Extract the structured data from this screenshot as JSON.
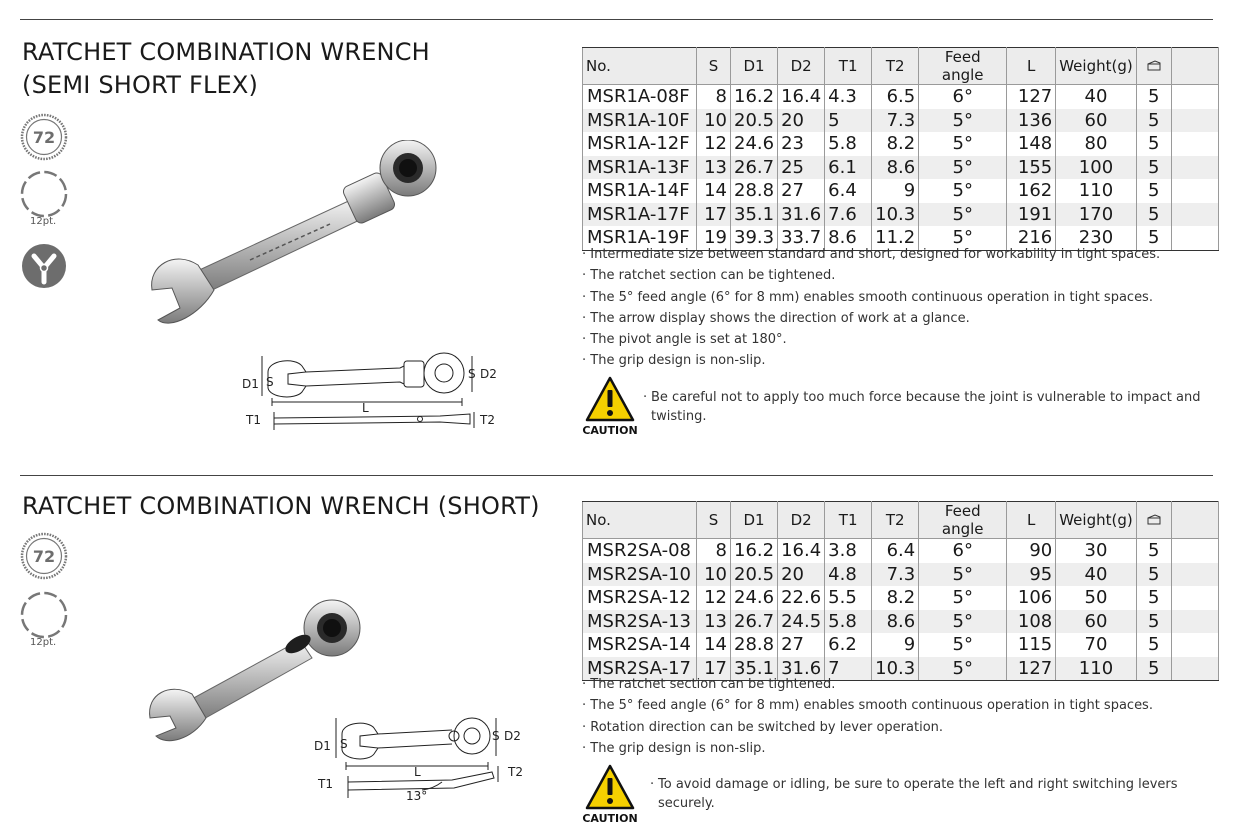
{
  "sections": [
    {
      "title_line1": "RATCHET COMBINATION WRENCH",
      "title_line2": "(SEMI SHORT FLEX)",
      "badge_teeth": "72",
      "badge_12pt_caption": "12pt.",
      "diagram_labels": {
        "d1": "D1",
        "s_left": "S",
        "s_right": "S",
        "d2": "D2",
        "l": "L",
        "t1": "T1",
        "t2": "T2"
      },
      "table": {
        "headers": [
          "No.",
          "S",
          "D1",
          "D2",
          "T1",
          "T2",
          "Feed angle",
          "L",
          "Weight(g)"
        ],
        "rows": [
          [
            "MSR1A-08F",
            "8",
            "16.2",
            "16.4",
            "4.3",
            "6.5",
            "6°",
            "127",
            "40",
            "5"
          ],
          [
            "MSR1A-10F",
            "10",
            "20.5",
            "20",
            "5",
            "7.3",
            "5°",
            "136",
            "60",
            "5"
          ],
          [
            "MSR1A-12F",
            "12",
            "24.6",
            "23",
            "5.8",
            "8.2",
            "5°",
            "148",
            "80",
            "5"
          ],
          [
            "MSR1A-13F",
            "13",
            "26.7",
            "25",
            "6.1",
            "8.6",
            "5°",
            "155",
            "100",
            "5"
          ],
          [
            "MSR1A-14F",
            "14",
            "28.8",
            "27",
            "6.4",
            "9",
            "5°",
            "162",
            "110",
            "5"
          ],
          [
            "MSR1A-17F",
            "17",
            "35.1",
            "31.6",
            "7.6",
            "10.3",
            "5°",
            "191",
            "170",
            "5"
          ],
          [
            "MSR1A-19F",
            "19",
            "39.3",
            "33.7",
            "8.6",
            "11.2",
            "5°",
            "216",
            "230",
            "5"
          ]
        ]
      },
      "notes": [
        "Intermediate size between standard and short, designed for workability in tight spaces.",
        "The ratchet section can be tightened.",
        "The 5° feed angle (6° for 8 mm) enables smooth continuous operation in tight spaces.",
        "The arrow display shows the direction of work at a glance.",
        "The pivot angle is set at 180°.",
        "The grip design is non-slip."
      ],
      "caution_label": "CAUTION",
      "caution_text": "Be careful not to apply too much force because the joint is vulnerable to impact and twisting."
    },
    {
      "title": "RATCHET COMBINATION WRENCH (SHORT)",
      "badge_teeth": "72",
      "badge_12pt_caption": "12pt.",
      "diagram_labels": {
        "d1": "D1",
        "s_left": "S",
        "s_right": "S",
        "d2": "D2",
        "l": "L",
        "t1": "T1",
        "t2": "T2",
        "angle": "13°"
      },
      "table": {
        "headers": [
          "No.",
          "S",
          "D1",
          "D2",
          "T1",
          "T2",
          "Feed angle",
          "L",
          "Weight(g)"
        ],
        "rows": [
          [
            "MSR2SA-08",
            "8",
            "16.2",
            "16.4",
            "3.8",
            "6.4",
            "6°",
            "90",
            "30",
            "5"
          ],
          [
            "MSR2SA-10",
            "10",
            "20.5",
            "20",
            "4.8",
            "7.3",
            "5°",
            "95",
            "40",
            "5"
          ],
          [
            "MSR2SA-12",
            "12",
            "24.6",
            "22.6",
            "5.5",
            "8.2",
            "5°",
            "106",
            "50",
            "5"
          ],
          [
            "MSR2SA-13",
            "13",
            "26.7",
            "24.5",
            "5.8",
            "8.6",
            "5°",
            "108",
            "60",
            "5"
          ],
          [
            "MSR2SA-14",
            "14",
            "28.8",
            "27",
            "6.2",
            "9",
            "5°",
            "115",
            "70",
            "5"
          ],
          [
            "MSR2SA-17",
            "17",
            "35.1",
            "31.6",
            "7",
            "10.3",
            "5°",
            "127",
            "110",
            "5"
          ]
        ]
      },
      "notes": [
        "The ratchet section can be tightened.",
        "The 5° feed angle (6° for 8 mm) enables smooth continuous operation in tight spaces.",
        "Rotation direction can be switched by lever operation.",
        "The grip design is non-slip."
      ],
      "caution_label": "CAUTION",
      "caution_text": "To avoid damage or idling, be sure to operate the left and right switching levers securely."
    }
  ],
  "icons": {
    "teeth_badge": "gear-72-teeth-icon",
    "twelve_point": "12-point-socket-icon",
    "flex_head": "flex-head-icon",
    "package_quantity": "package-icon",
    "caution": "caution-triangle-icon"
  },
  "colors": {
    "caution_yellow": "#f5d000",
    "row_shade": "#eeeeee",
    "header_bg": "#ececec",
    "badge_gray": "#6d6d6d"
  }
}
